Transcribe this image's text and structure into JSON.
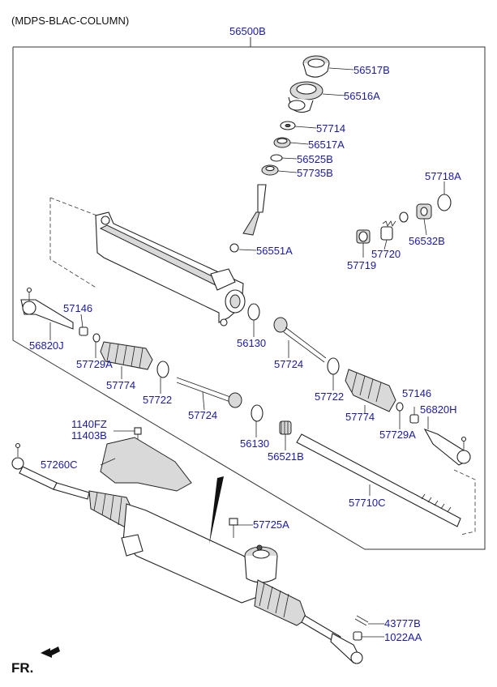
{
  "header": {
    "title": "(MDPS-BLAC-COLUMN)"
  },
  "fr_label": "FR.",
  "parts": {
    "p56500B": "56500B",
    "p56517B": "56517B",
    "p56516A": "56516A",
    "p57714": "57714",
    "p56517A": "56517A",
    "p56525B": "56525B",
    "p57735B": "57735B",
    "p57718A": "57718A",
    "p56551A": "56551A",
    "p56532B": "56532B",
    "p57720": "57720",
    "p57719": "57719",
    "p57146_left": "57146",
    "p56820J": "56820J",
    "p57729A_left": "57729A",
    "p56130_upper": "56130",
    "p57724_upper": "57724",
    "p57774_left": "57774",
    "p57722_left": "57722",
    "p57722_right": "57722",
    "p57724_lower": "57724",
    "p57774_right": "57774",
    "p57146_right": "57146",
    "p56820H": "56820H",
    "p1140FZ": "1140FZ",
    "p11403B": "11403B",
    "p56130_lower": "56130",
    "p57729A_right": "57729A",
    "p56521B": "56521B",
    "p57260C": "57260C",
    "p57710C": "57710C",
    "p57725A": "57725A",
    "p43777B": "43777B",
    "p1022AA": "1022AA"
  }
}
